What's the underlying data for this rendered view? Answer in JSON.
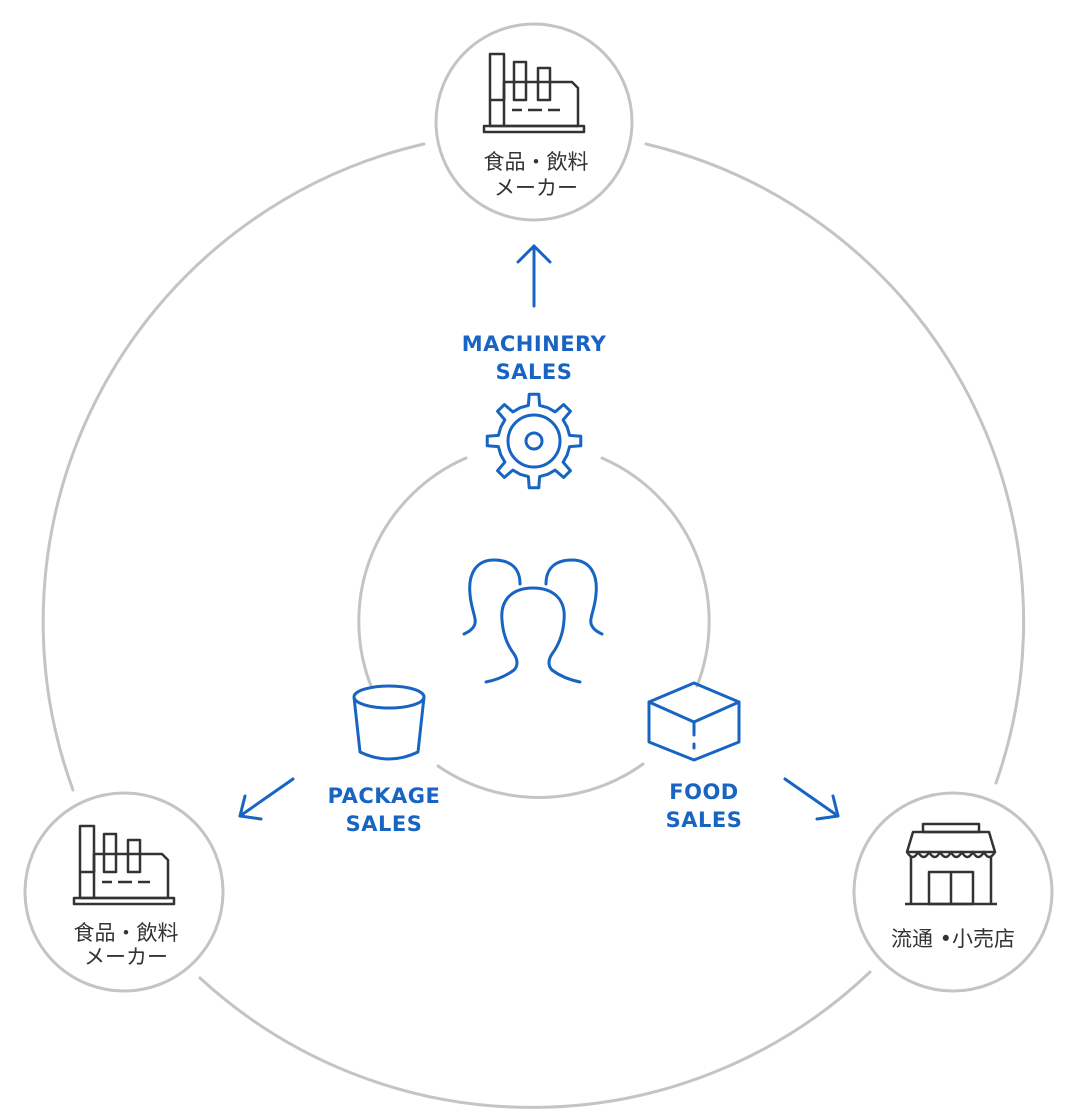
{
  "colors": {
    "ring": "#c4c4c4",
    "accent": "#1864c2",
    "icon_dark": "#333333",
    "background": "#ffffff"
  },
  "nodes": {
    "top": {
      "icon": "factory-icon",
      "label_line1": "食品・飲料",
      "label_line2": "メーカー"
    },
    "left": {
      "icon": "factory-icon",
      "label_line1": "食品・飲料",
      "label_line2": "メーカー"
    },
    "right": {
      "icon": "storefront-icon",
      "label_line1": "流通 •小売店"
    }
  },
  "center": {
    "icon": "people-group-icon"
  },
  "flows": {
    "machinery": {
      "icon": "gear-icon",
      "line1": "MACHINERY",
      "line2": "SALES"
    },
    "package": {
      "icon": "cup-icon",
      "line1": "PACKAGE",
      "line2": "SALES"
    },
    "food": {
      "icon": "box-icon",
      "line1": "FOOD",
      "line2": "SALES"
    }
  }
}
